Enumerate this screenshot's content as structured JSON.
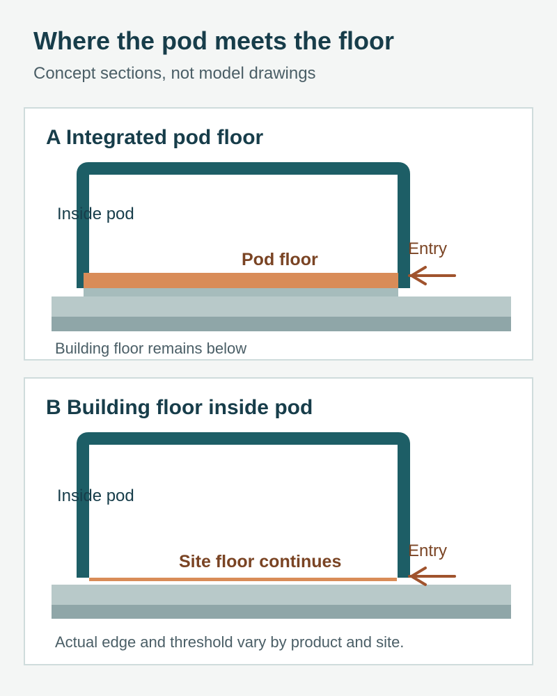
{
  "header": {
    "title": "Where the pod meets the floor",
    "subtitle": "Concept sections, not model drawings"
  },
  "colors": {
    "pod_wall": "#1d5e66",
    "pod_floor": "#d98c58",
    "building_floor_top": "#b8c9c9",
    "building_floor_bottom": "#8fa6a8",
    "arrow": "#a0532d",
    "accent_text": "#7a4424"
  },
  "panels": {
    "a": {
      "title": "A Integrated pod floor",
      "inside_label": "Inside pod",
      "floor_label": "Pod floor",
      "entry_label": "Entry",
      "note": "Building floor remains below"
    },
    "b": {
      "title": "B Building floor inside pod",
      "inside_label": "Inside pod",
      "floor_label": "Site floor continues",
      "entry_label": "Entry",
      "note": "Actual edge and threshold vary by product and site."
    }
  }
}
